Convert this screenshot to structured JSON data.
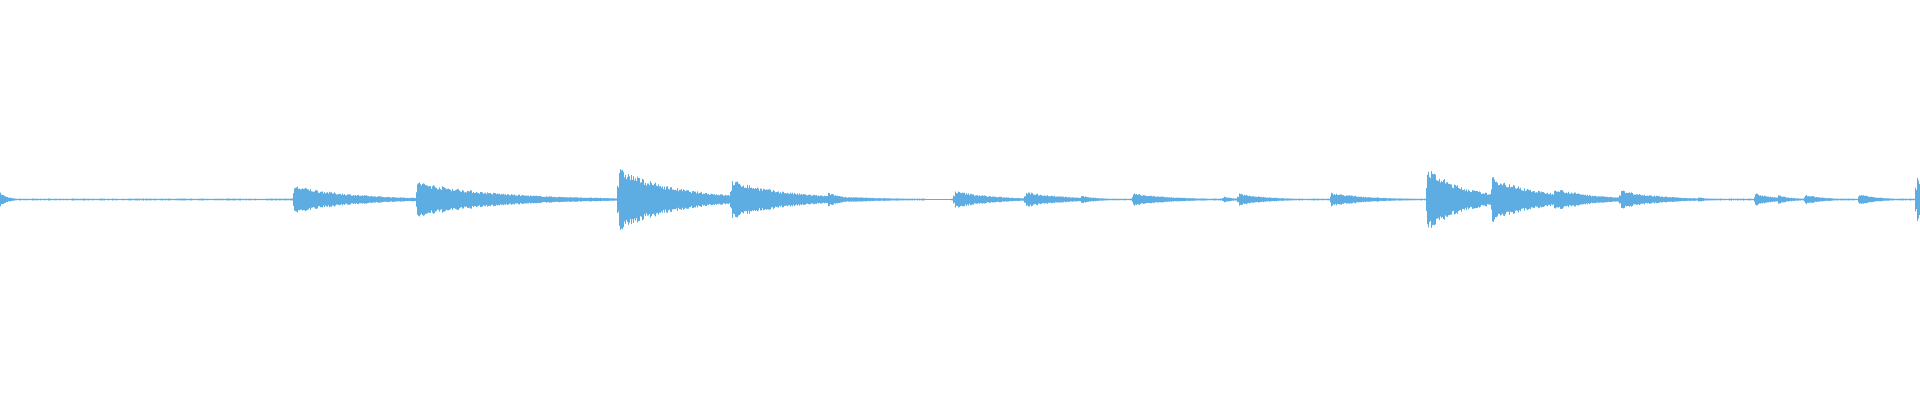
{
  "waveform": {
    "color": "#5DADE2",
    "baseline_color": "#5DADE2",
    "amplitude_peak": 1.0,
    "transients": [
      {
        "t": 0.0,
        "a": 0.22,
        "decay": 0.004
      },
      {
        "t": 0.153,
        "a": 0.45,
        "decay": 0.03
      },
      {
        "t": 0.217,
        "a": 0.58,
        "decay": 0.04
      },
      {
        "t": 0.256,
        "a": 0.08,
        "decay": 0.006
      },
      {
        "t": 0.278,
        "a": 0.07,
        "decay": 0.006
      },
      {
        "t": 0.303,
        "a": 0.06,
        "decay": 0.006
      },
      {
        "t": 0.322,
        "a": 1.0,
        "decay": 0.03
      },
      {
        "t": 0.356,
        "a": 0.18,
        "decay": 0.01
      },
      {
        "t": 0.381,
        "a": 0.62,
        "decay": 0.03
      },
      {
        "t": 0.407,
        "a": 0.16,
        "decay": 0.008
      },
      {
        "t": 0.431,
        "a": 0.22,
        "decay": 0.01
      },
      {
        "t": 0.497,
        "a": 0.28,
        "decay": 0.02
      },
      {
        "t": 0.534,
        "a": 0.25,
        "decay": 0.02
      },
      {
        "t": 0.563,
        "a": 0.12,
        "decay": 0.01
      },
      {
        "t": 0.59,
        "a": 0.2,
        "decay": 0.02
      },
      {
        "t": 0.637,
        "a": 0.1,
        "decay": 0.006
      },
      {
        "t": 0.645,
        "a": 0.2,
        "decay": 0.015
      },
      {
        "t": 0.693,
        "a": 0.22,
        "decay": 0.02
      },
      {
        "t": 0.743,
        "a": 1.0,
        "decay": 0.02
      },
      {
        "t": 0.777,
        "a": 0.72,
        "decay": 0.025
      },
      {
        "t": 0.798,
        "a": 0.14,
        "decay": 0.008
      },
      {
        "t": 0.809,
        "a": 0.38,
        "decay": 0.02
      },
      {
        "t": 0.831,
        "a": 0.14,
        "decay": 0.008
      },
      {
        "t": 0.844,
        "a": 0.3,
        "decay": 0.02
      },
      {
        "t": 0.884,
        "a": 0.08,
        "decay": 0.006
      },
      {
        "t": 0.914,
        "a": 0.2,
        "decay": 0.01
      },
      {
        "t": 0.926,
        "a": 0.14,
        "decay": 0.008
      },
      {
        "t": 0.94,
        "a": 0.16,
        "decay": 0.01
      },
      {
        "t": 0.968,
        "a": 0.18,
        "decay": 0.01
      },
      {
        "t": 0.998,
        "a": 0.85,
        "decay": 0.003
      }
    ],
    "gaps": [
      {
        "start": 0.482,
        "end": 0.495
      }
    ]
  }
}
